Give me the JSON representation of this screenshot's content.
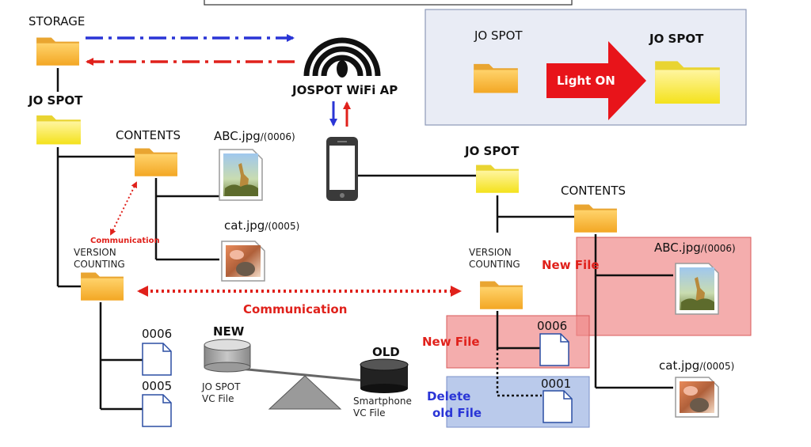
{
  "labels": {
    "storage": "STORAGE",
    "ap": "JOSPOT WiFi AP",
    "jo_spot_left": "JO SPOT",
    "jo_spot_right": "JO SPOT",
    "contents_left": "CONTENTS",
    "contents_right": "CONTENTS",
    "file_abc_left": "ABC.jpg",
    "file_abc_left_ver": "/(0006)",
    "file_cat_left": "cat.jpg",
    "file_cat_left_ver": "/(0005)",
    "file_abc_right": "ABC.jpg",
    "file_abc_right_ver": "/(0006)",
    "file_cat_right": "cat.jpg",
    "file_cat_right_ver": "/(0005)",
    "vc_left_1": "VERSION",
    "vc_left_2": "COUNTING",
    "vc_right_1": "VERSION",
    "vc_right_2": "COUNTING",
    "communication_small": "Communication",
    "communication": "Communication",
    "doc_0006_left": "0006",
    "doc_0005_left": "0005",
    "doc_0006_right": "0006",
    "doc_0001_right": "0001",
    "new": "NEW",
    "old": "OLD",
    "jo_spot_vc_1": "JO SPOT",
    "jo_spot_vc_2": "VC File",
    "smartphone_vc_1": "Smartphone",
    "smartphone_vc_2": "VC File",
    "new_file_contents": "New File",
    "new_file_vc": "New File",
    "delete_1": "Delete",
    "delete_2": "old File"
  },
  "legend": {
    "jo_spot_before": "JO SPOT",
    "jo_spot_after": "JO SPOT",
    "light_on": "Light ON"
  },
  "colors": {
    "blue_arrow": "#2a35d6",
    "red_arrow": "#e0211b",
    "new_file_highlight": "#f08a8a",
    "delete_highlight": "#a9bde6",
    "legend_panel": "#e9ecf5"
  }
}
